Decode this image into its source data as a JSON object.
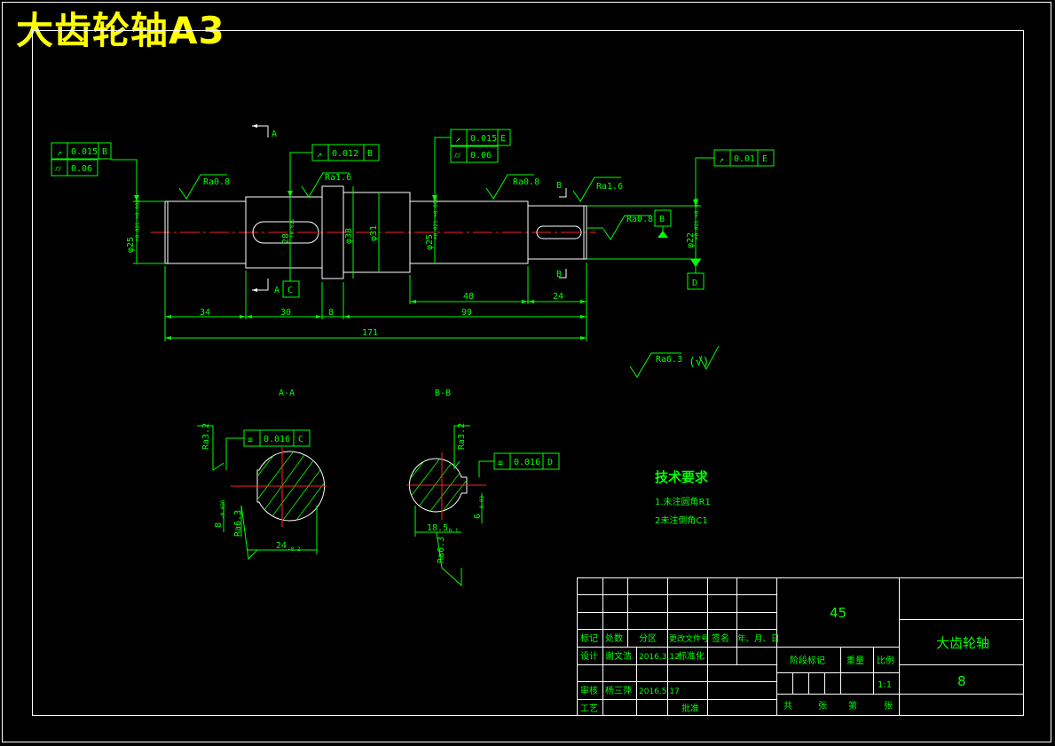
{
  "title": "大齿轮轴A3",
  "gdt": {
    "left_runout": "0.015",
    "left_runout_ref": "B",
    "left_cyl": "0.06",
    "mid_runout": "0.012",
    "mid_runout_ref": "B",
    "right_runout": "0.015",
    "right_runout_ref": "E",
    "right_cyl": "0.06",
    "end_runout": "0.01",
    "end_runout_ref": "E",
    "aa_sym": "0.016",
    "aa_sym_ref": "C",
    "bb_sym": "0.016",
    "bb_sym_ref": "D"
  },
  "roughness": {
    "r1": "Ra0.8",
    "r2": "Ra1.6",
    "r3": "Ra0.8",
    "r4": "Ra1.6",
    "r5": "Ra0.8",
    "default": "Ra6.3",
    "default_suffix": "(√)",
    "aa1": "Ra3.2",
    "aa2": "Ra6.3",
    "bb1": "Ra3.2",
    "bb2": "Ra6.3"
  },
  "datums": {
    "b": "B",
    "c": "C",
    "d": "D"
  },
  "section_marks": {
    "a_top": "A",
    "a_bot": "A",
    "b_top": "B",
    "b_bot": "B"
  },
  "diameters": {
    "d1": "φ25",
    "d1_tol": "+0.021 +0.008",
    "d2": "28",
    "d2_tol": "+0.021",
    "d3": "φ38",
    "d4": "φ31",
    "d5": "φ25",
    "d5_tol": "+0.021 +0.008",
    "d6": "φ22",
    "d6_tol": "+0.021 +0.008"
  },
  "dims": {
    "l34": "34",
    "l30": "30",
    "l8": "8",
    "l99": "99",
    "l48": "48",
    "l24": "24",
    "l171": "171",
    "aa_w": "24",
    "aa_w_tol": "-0.2",
    "aa_h": "8",
    "aa_h_tol": "-0.036",
    "bb_w": "18.5",
    "bb_w_tol": "-0.1",
    "bb_h": "6",
    "bb_h_tol": "-0.03"
  },
  "section_titles": {
    "aa": "A-A",
    "bb": "B-B"
  },
  "tech": {
    "heading": "技术要求",
    "item1": "1.未注圆角R1",
    "item2": "2未注倒角C1"
  },
  "title_block": {
    "material": "45",
    "part_name": "大齿轮轴",
    "drawing_no": "8",
    "h_mark": "标记",
    "h_count": "处数",
    "h_zone": "分区",
    "h_doc": "更改文件号",
    "h_sign": "签名",
    "h_date": "年、月、日",
    "design": "设计",
    "designer": "谢文浩",
    "design_date": "2016.3.12",
    "standard": "标准化",
    "review": "审核",
    "reviewer": "杨三萍",
    "review_date": "2016.5.17",
    "process": "工艺",
    "approve": "批准",
    "stage": "阶段标记",
    "weight": "重量",
    "scale": "比例",
    "scale_val": "1:1",
    "total": "共",
    "sheets": "张",
    "sheet_no": "第",
    "sheet": "张"
  }
}
